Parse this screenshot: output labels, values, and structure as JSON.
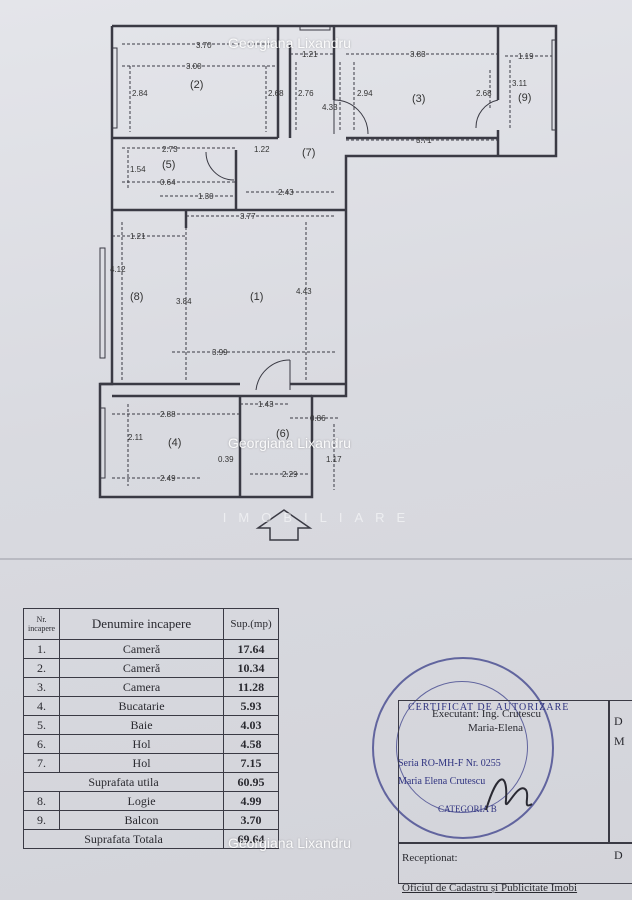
{
  "watermarks": {
    "agent_top": "Georgiana Lixandru",
    "agent_mid": "Georgiana Lixandru",
    "agent_bottom": "Georgiana Lixandru",
    "brand": "IMOBILIARE"
  },
  "plan": {
    "room_labels": [
      "(1)",
      "(2)",
      "(3)",
      "(4)",
      "(5)",
      "(6)",
      "(7)",
      "(8)",
      "(9)"
    ],
    "dimensions": {
      "d1": "3.70",
      "d2": "3.00",
      "d3": "1.21",
      "d4": "3.83",
      "d5": "1.19",
      "d6": "2.94",
      "d7": "2.68",
      "d8": "3.11",
      "d9": "2.84",
      "d10": "2.68",
      "d11": "2.76",
      "d12": "4.33",
      "d13": "3.71",
      "d14": "2.73",
      "d15": "1.22",
      "d16": "1.54",
      "d17": "0.64",
      "d18": "1.30",
      "d19": "2.43",
      "d20": "3.77",
      "d21": "1.21",
      "d22": "4.12",
      "d23": "3.84",
      "d24": "4.43",
      "d25": "3.99",
      "d26": "2.88",
      "d27": "1.43",
      "d28": "0.86",
      "d29": "2.11",
      "d30": "2.49",
      "d31": "0.39",
      "d32": "2.29",
      "d33": "1.17"
    }
  },
  "table": {
    "headers": {
      "nr": "Nr. incapere",
      "name": "Denumire incapere",
      "sup": "Sup.(mp)"
    },
    "rows": [
      {
        "nr": "1.",
        "name": "Cameră",
        "sup": "17.64"
      },
      {
        "nr": "2.",
        "name": "Cameră",
        "sup": "10.34"
      },
      {
        "nr": "3.",
        "name": "Camera",
        "sup": "11.28"
      },
      {
        "nr": "4.",
        "name": "Bucatarie",
        "sup": "5.93"
      },
      {
        "nr": "5.",
        "name": "Baie",
        "sup": "4.03"
      },
      {
        "nr": "6.",
        "name": "Hol",
        "sup": "4.58"
      },
      {
        "nr": "7.",
        "name": "Hol",
        "sup": "7.15"
      }
    ],
    "utila": {
      "label": "Suprafata utila",
      "sup": "60.95"
    },
    "rows2": [
      {
        "nr": "8.",
        "name": "Logie",
        "sup": "4.99"
      },
      {
        "nr": "9.",
        "name": "Balcon",
        "sup": "3.70"
      }
    ],
    "totala": {
      "label": "Suprafata Totala",
      "sup": "69.64"
    }
  },
  "certificate": {
    "executant": "Executant: Ing. Crutescu",
    "executant_name": "Maria-Elena",
    "stamp_title": "CERTIFICAT DE AUTORIZARE",
    "serie": "Seria RO-MH-F Nr. 0255",
    "stamp_name": "Maria Elena Crutescu",
    "categoria": "CATEGORIA B",
    "receptionat": "Receptionat:",
    "oficiu": "Oficiul de Cadastru și Publicitate Imobi",
    "side_d1": "D",
    "side_m": "M",
    "side_d2": "D"
  }
}
